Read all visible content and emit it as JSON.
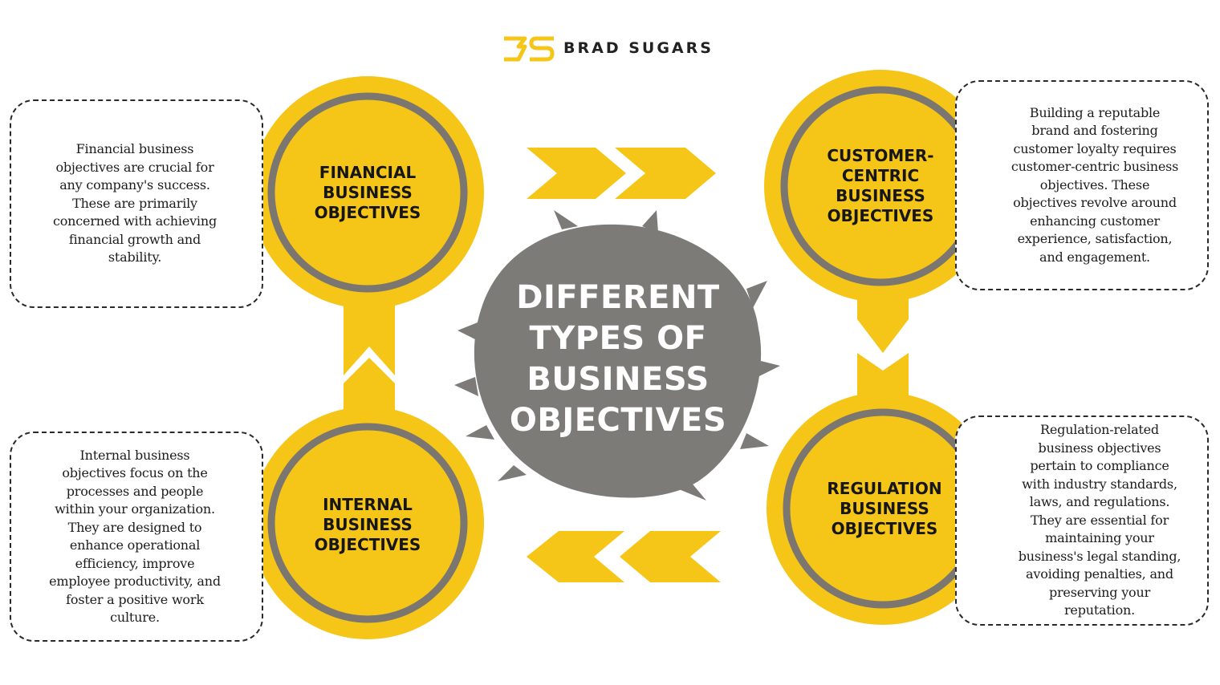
{
  "brand": {
    "name": "BRAD SUGARS",
    "logo_mark": "BS"
  },
  "center": {
    "title": "DIFFERENT TYPES OF BUSINESS OBJECTIVES"
  },
  "colors": {
    "accent": "#f5c518",
    "ring": "#7b7670",
    "blob": "#7d7b78",
    "text": "#161616"
  },
  "objectives": [
    {
      "key": "financial",
      "title": "FINANCIAL BUSINESS OBJECTIVES",
      "description": "Financial business objectives are crucial for any company's success. These are primarily concerned with achieving financial growth and stability."
    },
    {
      "key": "customer",
      "title": "CUSTOMER-CENTRIC BUSINESS OBJECTIVES",
      "description": "Building a reputable brand and fostering customer loyalty requires customer-centric business objectives. These objectives revolve around enhancing customer experience, satisfaction, and engagement."
    },
    {
      "key": "internal",
      "title": "INTERNAL BUSINESS OBJECTIVES",
      "description": "Internal business objectives focus on the processes and people within your organization. They are designed to enhance operational efficiency, improve employee productivity, and foster a positive work culture."
    },
    {
      "key": "regulation",
      "title": "REGULATION BUSINESS OBJECTIVES",
      "description": "Regulation-related business objectives pertain to compliance with industry standards, laws, and regulations. They are essential for maintaining your business's legal standing, avoiding penalties, and preserving your reputation."
    }
  ],
  "arrows": {
    "top_direction": "right",
    "bottom_direction": "left"
  }
}
